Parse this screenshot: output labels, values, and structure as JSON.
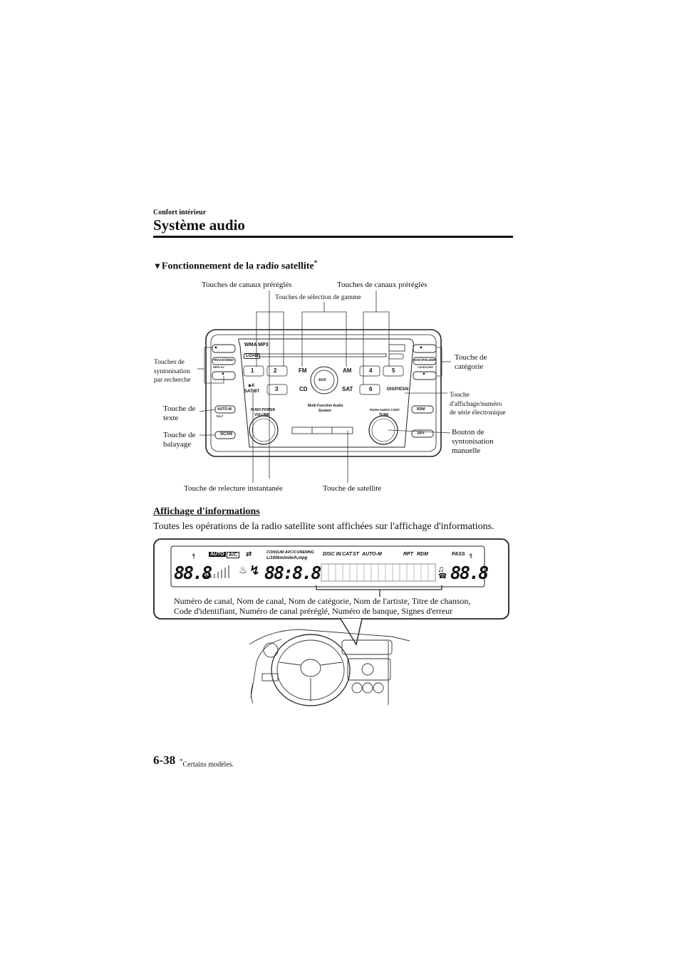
{
  "header": {
    "section_label": "Confort intérieur",
    "page_title": "Système audio"
  },
  "subsection": {
    "heading": "Fonctionnement de la radio satellite",
    "footnote_mark": "*"
  },
  "radio_diagram": {
    "callouts": {
      "preset_left": "Touches de canaux préréglés",
      "preset_right": "Touches de canaux préréglés",
      "band_select": "Touches de sélection de gamme",
      "seek_line1": "Touches de",
      "seek_line2": "syntonisation",
      "seek_line3": "par recherche",
      "text_line1": "Touche de",
      "text_line2": "texte",
      "scan_line1": "Touche de",
      "scan_line2": "balayage",
      "category_line1": "Touche de",
      "category_line2": "catégorie",
      "disp_line1": "Touche",
      "disp_line2": "d'affichage/numéro",
      "disp_line3": "de série électronique",
      "tune_line1": "Bouton de",
      "tune_line2": "syntonisation",
      "tune_line3": "manuelle",
      "replay": "Touche de relecture instantanée",
      "satellite": "Touche de satellite"
    },
    "unit_labels": {
      "wma_mp3": "WMA MP3",
      "load": "LOAD",
      "track_seek": "TRACK/SEEK",
      "replay": "REPLAY",
      "disc_folder": "DISC/FOLDER",
      "category": "CATEGORY",
      "preset_1": "1",
      "preset_2": "2",
      "preset_3": "3",
      "preset_4": "4",
      "preset_5": "5",
      "preset_6": "6",
      "fm": "FM",
      "am": "AM",
      "cd": "CD",
      "sat": "SAT",
      "aux": "AUX",
      "play_pause": "▶II",
      "sat_bt": "SAT/BT",
      "disp_esn": "DISP/ESN",
      "auto_m": "AUTO-M",
      "text": "TEXT",
      "scan": "SCAN",
      "rdm": "RDM",
      "rpt": "RPT",
      "push_power": "PUSH POWER",
      "volume": "VOLUME",
      "audio_cont": "PUSH AUDIO CONT",
      "tune": "TUNE",
      "mfas_1": "Multi Function Audio",
      "mfas_2": "System"
    }
  },
  "info_display": {
    "heading": "Affichage d'informations",
    "body": "Toutes les opérations de la radio satellite sont affichées sur l'affichage d'informations.",
    "lcd": {
      "auto": "AUTO",
      "ac": "A/C",
      "consum": "CONSUM AVC/CUREMNG",
      "units": "L/100km/mile/h,mpg",
      "left_digits": "88.8",
      "mid_digits": "88:8.8",
      "right_digits": "88.8",
      "disc_in": "DISC IN",
      "cat": "CAT",
      "st": "ST",
      "auto_m": "AUTO-M",
      "rpt": "RPT",
      "rdm": "RDM",
      "pass": "PASS"
    },
    "caption_line1": "Numéro de canal, Nom de canal, Nom de catégorie, Nom de l'artiste, Titre de chanson,",
    "caption_line2": "Code d'identifiant, Numéro de canal préréglé, Numéro de banque, Signes d'erreur"
  },
  "footer": {
    "page_number": "6-38",
    "footnote_mark": "*",
    "footnote_text": "Certains modèles."
  }
}
